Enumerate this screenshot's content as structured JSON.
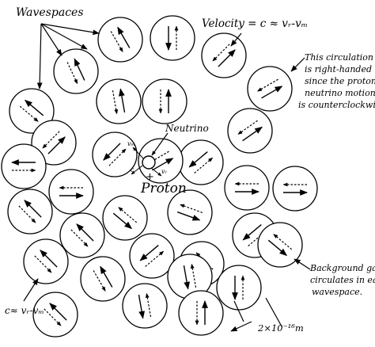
{
  "labels": {
    "wavespaces": "Wavespaces",
    "velocity": "Velocity = c ≈ vᵣ-vₘ",
    "circulation_note": [
      "This circulation",
      "is right-handed",
      "since the proton",
      "neutrino motion",
      "is counterclockwise."
    ],
    "neutrino": "Neutrino",
    "proton": "Proton",
    "plus_sign": "+",
    "vm": "vₘ",
    "vr": "vᵣ",
    "c": "c",
    "c_formula": "c≈ vᵣ-vₘ",
    "background_note": [
      "Background gas",
      "circulates in each",
      "wavespace."
    ],
    "scale": "2×10⁻¹⁶m"
  },
  "colors": {
    "stroke": "#000000",
    "background": "#ffffff"
  }
}
